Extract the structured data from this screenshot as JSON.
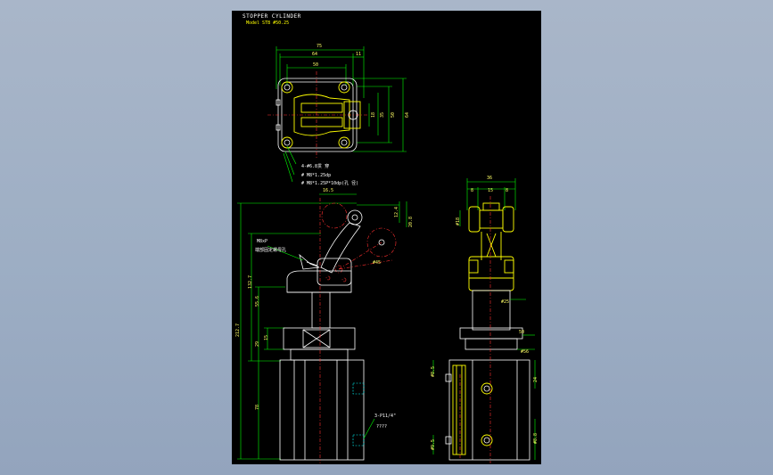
{
  "drawing": {
    "title": "STOPPER CYLINDER",
    "model": "Model  STB #50.25"
  },
  "top_view": {
    "dims": [
      "75",
      "64",
      "50",
      "11",
      "18",
      "35",
      "50",
      "64"
    ],
    "notes": [
      "4-#6.8贯 穿",
      "#  M8*1.25dp",
      "#  M8*1.25P*10dp(孔 径)"
    ]
  },
  "side_view": {
    "dims": [
      "16.5",
      "12.4",
      "20.8",
      "132.7",
      "55.6",
      "212.7",
      "29",
      "15",
      "78",
      "#45"
    ],
    "notes": [
      "M8xP",
      "端部固定螺母孔",
      "3-P11/4\"",
      "????"
    ]
  },
  "front_view": {
    "dims": [
      "36",
      "8",
      "15",
      "8",
      "#18",
      "#25",
      "50",
      "#56",
      "#8.5",
      "24",
      "#9.5",
      "#8.8"
    ]
  }
}
